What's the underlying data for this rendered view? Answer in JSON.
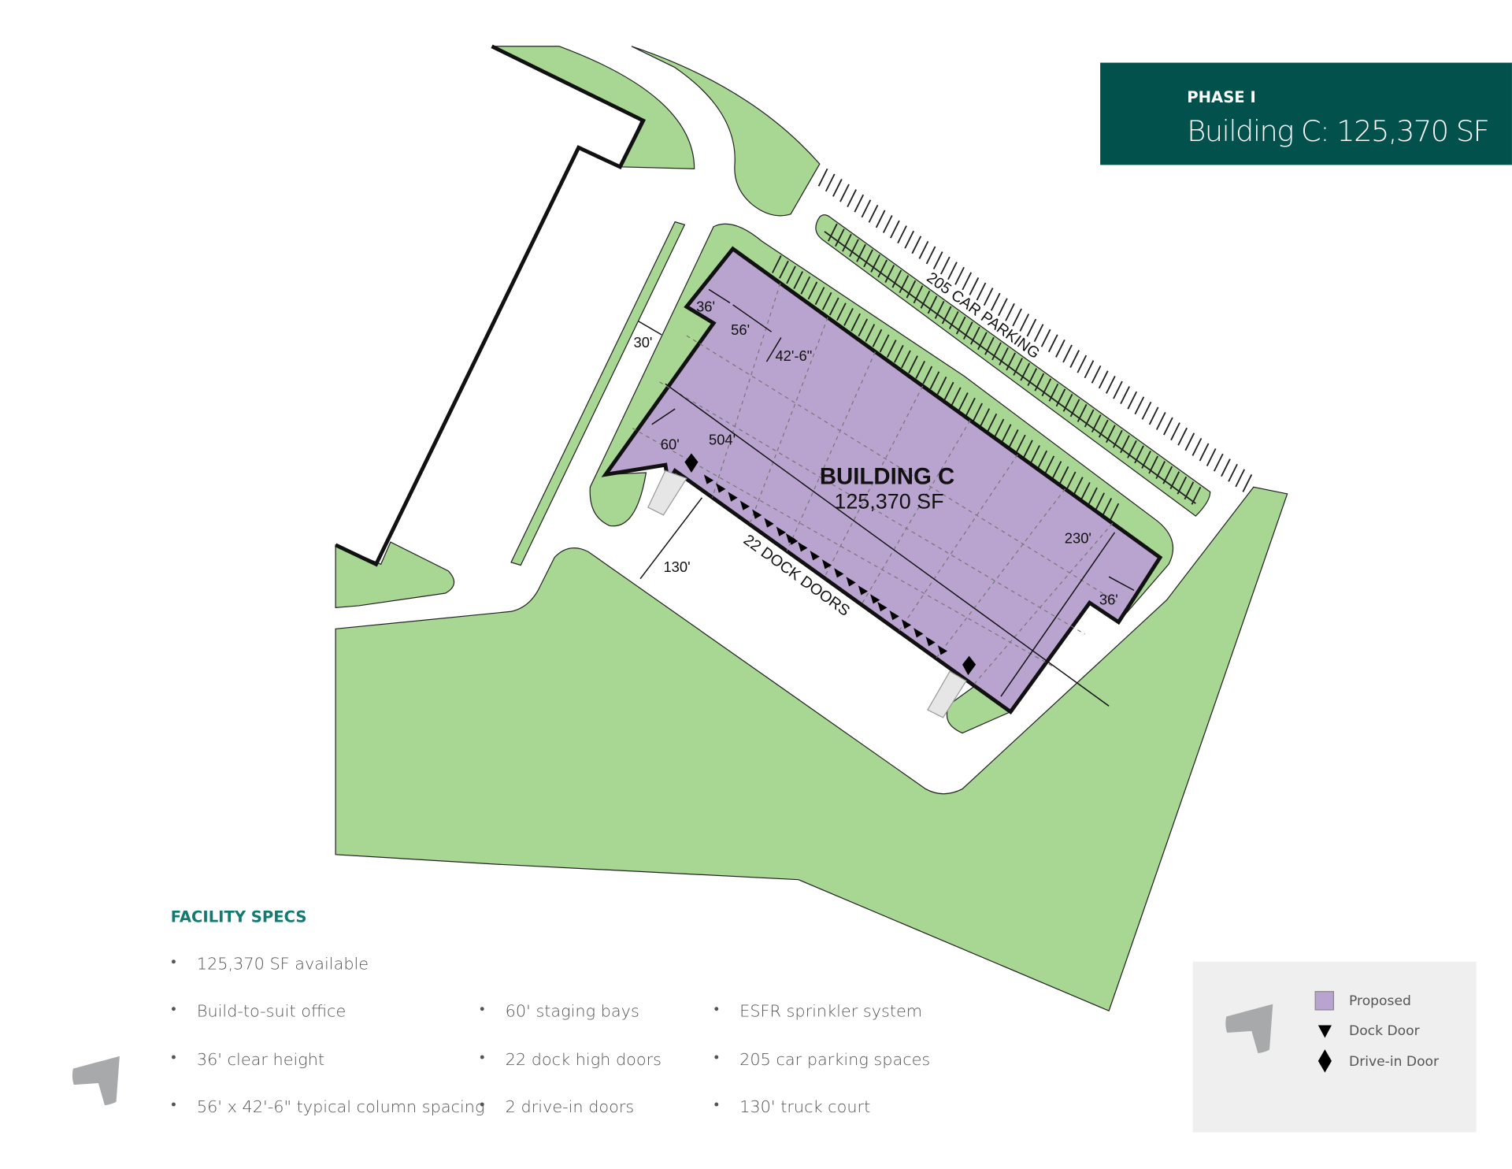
{
  "header": {
    "phase": "PHASE I",
    "title": "Building C: 125,370 SF",
    "bg_color": "#03514d"
  },
  "site_plan": {
    "building_name": "BUILDING C",
    "building_area": "125,370 SF",
    "parking_label": "205 CAR PARKING",
    "dock_label": "22 DOCK DOORS",
    "dimensions": [
      "36'",
      "56'",
      "42'-6\"",
      "30'",
      "60'",
      "504'",
      "130'",
      "230'",
      "36'"
    ],
    "colors": {
      "building": "#b9a3cf",
      "green": "#a8d693",
      "pavement": "#ffffff"
    }
  },
  "specs": {
    "heading": "FACILITY SPECS",
    "columns": [
      [
        "125,370 SF available",
        "Build-to-suit office",
        "36' clear height",
        "56' x 42'-6\" typical column spacing"
      ],
      [
        "60' staging bays",
        "22 dock high doors",
        "2 drive-in doors"
      ],
      [
        "ESFR sprinkler system",
        "205 car parking spaces",
        "130' truck court"
      ]
    ]
  },
  "legend": {
    "items": [
      {
        "label": "Proposed",
        "icon": "purple-square"
      },
      {
        "label": "Dock Door",
        "icon": "triangle-down"
      },
      {
        "label": "Drive-in Door",
        "icon": "diamond"
      }
    ]
  }
}
